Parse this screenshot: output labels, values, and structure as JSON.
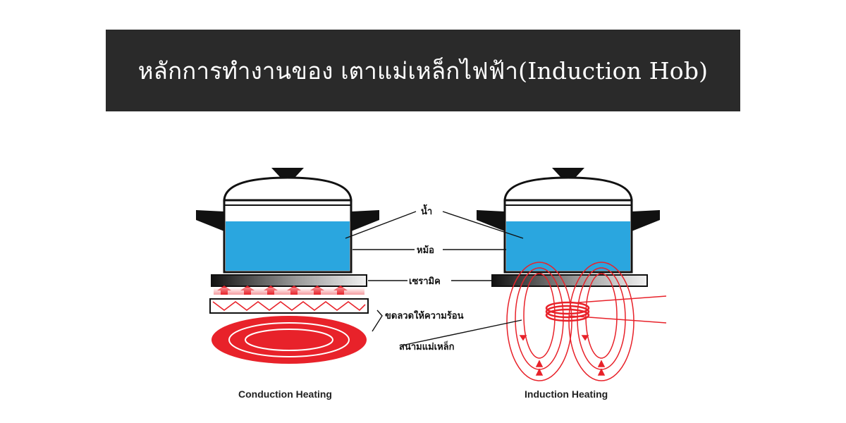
{
  "title": "หลักการทำงานของ เตาแม่เหล็กไฟฟ้า(Induction Hob)",
  "labels": {
    "water": "น้ำ",
    "pot": "หม้อ",
    "ceramic": "เซรามิค",
    "heating_coil": "ขดลวดให้ความร้อน",
    "magnetic_field": "สนามแม่เหล็ก"
  },
  "captions": {
    "left": "Conduction Heating",
    "right": "Induction Heating"
  },
  "colors": {
    "banner": "#2a2a2a",
    "water": "#2aa6df",
    "heat": "#e8222a",
    "outline": "#111111"
  }
}
